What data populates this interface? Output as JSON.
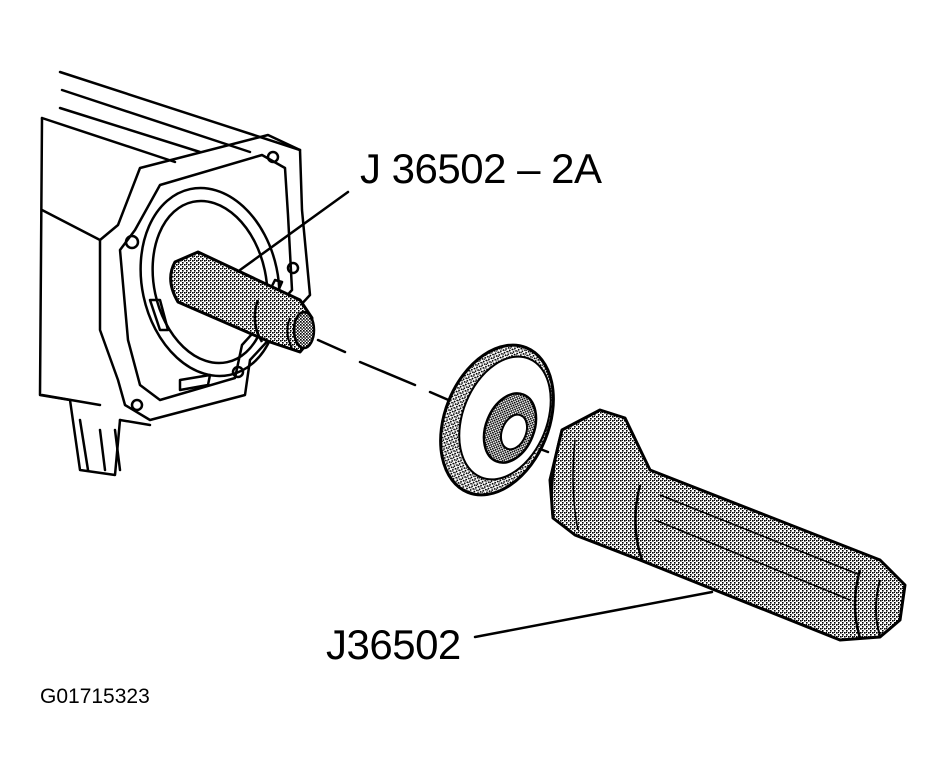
{
  "callouts": {
    "upper": "J 36502 – 2A",
    "lower": "J36502"
  },
  "figure_id": "G01715323",
  "colors": {
    "ink": "#000000",
    "background": "#ffffff",
    "tool_fill": "#6e6e6e"
  }
}
